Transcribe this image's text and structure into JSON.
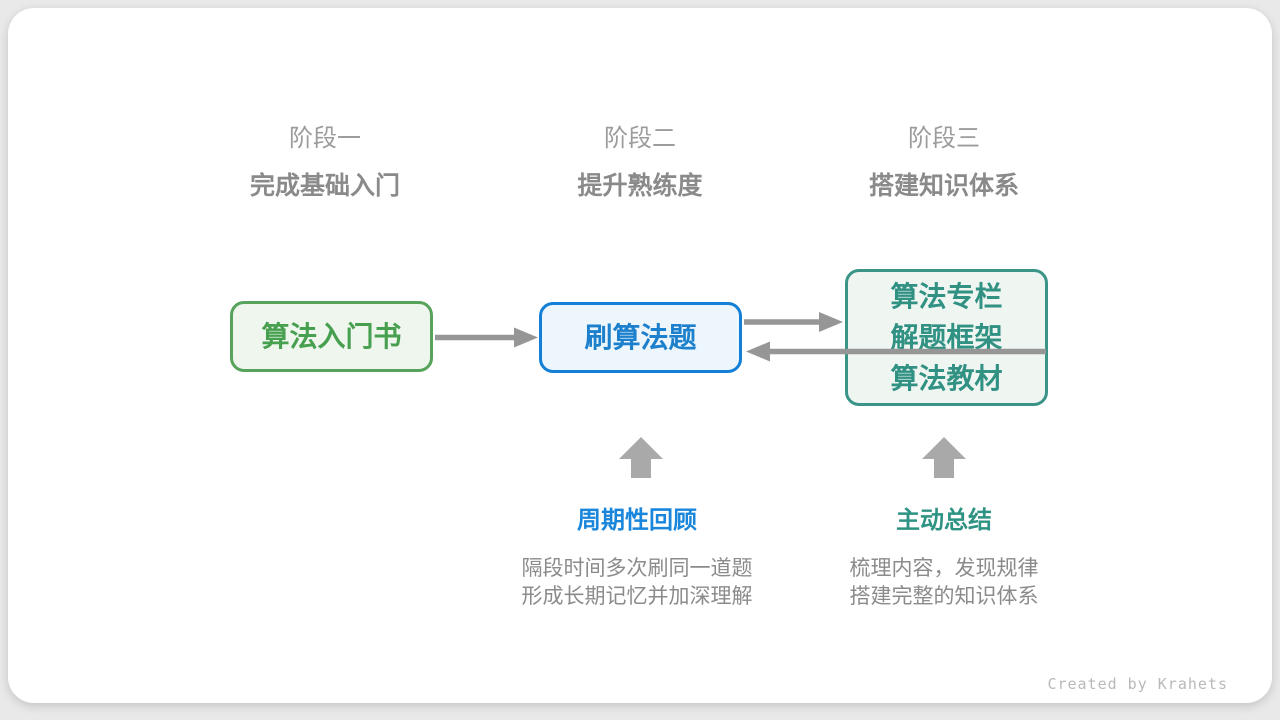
{
  "page": {
    "credit": "Created by Krahets"
  },
  "stages": [
    {
      "label": "阶段一",
      "subtitle": "完成基础入门"
    },
    {
      "label": "阶段二",
      "subtitle": "提升熟练度"
    },
    {
      "label": "阶段三",
      "subtitle": "搭建知识体系"
    }
  ],
  "nodes": [
    {
      "lines": [
        "算法入门书"
      ],
      "border": "#57a35c",
      "fill": "#eef6ee",
      "text_color": "#47a04f"
    },
    {
      "lines": [
        "刷算法题"
      ],
      "border": "#147fd6",
      "fill": "#edf5fd",
      "text_color": "#1c80cc"
    },
    {
      "lines": [
        "算法专栏",
        "解题框架",
        "算法教材"
      ],
      "border": "#3a9487",
      "fill": "#eff6f2",
      "text_color": "#319183"
    }
  ],
  "annotations": [
    {
      "title": "周期性回顾",
      "title_color": "#1a86db",
      "lines": [
        "隔段时间多次刷同一道题",
        "形成长期记忆并加深理解"
      ]
    },
    {
      "title": "主动总结",
      "title_color": "#2f9383",
      "lines": [
        "梳理内容，发现规律",
        "搭建完整的知识体系"
      ]
    }
  ],
  "colors": {
    "page_background": "#e9e9e9",
    "card_background": "#ffffff",
    "arrow": "#969696",
    "block_arrow": "#a9a9a9",
    "stage_label": "#9c9c9c",
    "stage_subtitle": "#8a8a8a",
    "description_text": "#8b8b8b",
    "credit_text": "#b9b9b9"
  }
}
